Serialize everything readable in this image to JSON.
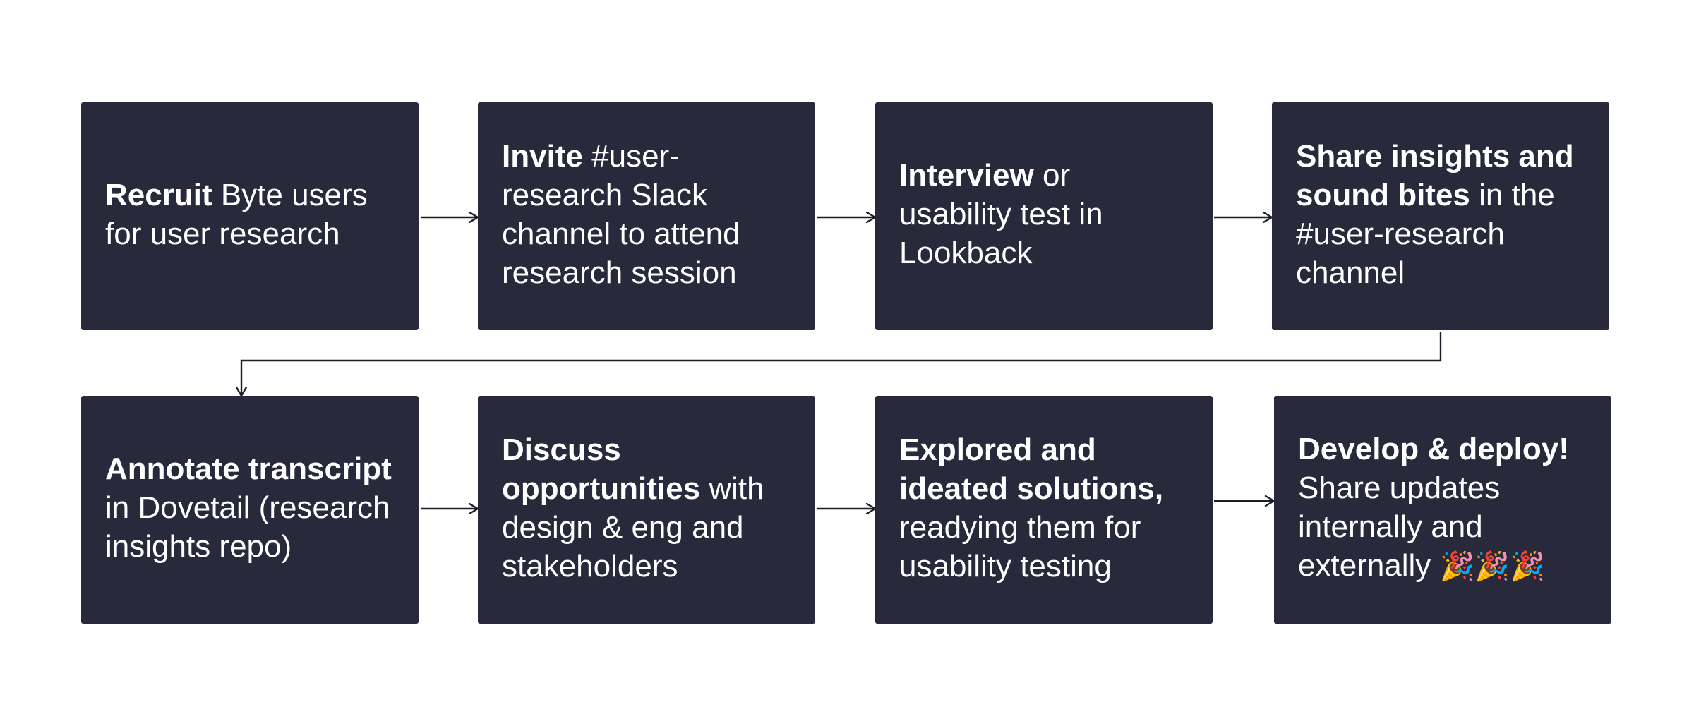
{
  "steps": [
    {
      "bold": "Recruit",
      "rest": " Byte users for user research"
    },
    {
      "bold": "Invite",
      "rest": " #user-research Slack channel to attend research session"
    },
    {
      "bold": "Interview",
      "rest": " or usability test in Lookback"
    },
    {
      "bold": "Share insights and sound bites",
      "rest": " in the #user-research channel"
    },
    {
      "bold": "Annotate transcript",
      "rest": " in Dovetail (research insights repo)"
    },
    {
      "bold": "Discuss opportunities",
      "rest": " with design & eng and stakeholders"
    },
    {
      "bold": "Explored and ideated solutions,",
      "rest": " readying them for usability testing"
    },
    {
      "bold": "Develop & deploy!",
      "rest": " Share updates internally and externally",
      "emoji": "🎉🎉🎉"
    }
  ],
  "colors": {
    "box": "#282a3c",
    "text": "#ffffff",
    "connector": "#1e1e28",
    "background": "#ffffff"
  },
  "icons": {
    "celebration": "party-popper-icon",
    "arrow": "arrow-right-icon"
  }
}
